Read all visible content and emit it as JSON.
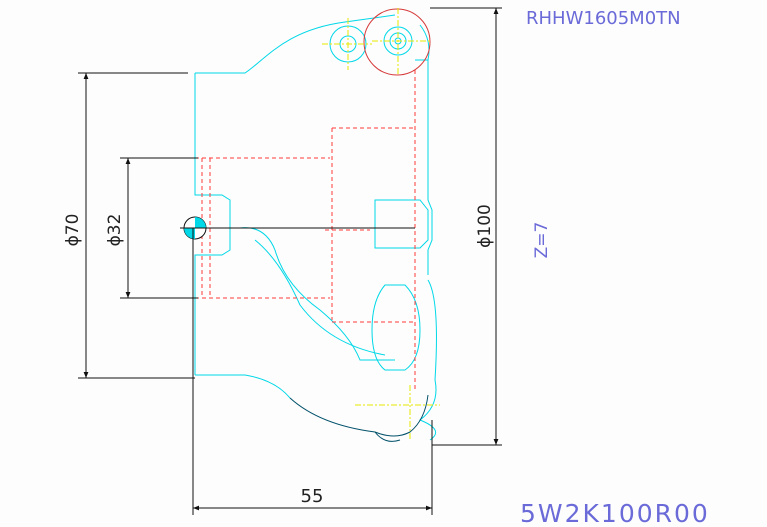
{
  "drawing": {
    "model_code": "RHHW1605M0TN",
    "part_code": "5W2K100R00",
    "teeth": "Z=7",
    "dimensions": {
      "d70": "ϕ70",
      "d32": "ϕ32",
      "d100": "ϕ100",
      "width": "55"
    }
  },
  "colors": {
    "outline": "#00d8e8",
    "hidden": "#ff3a3a",
    "dimension": "#111111",
    "center": "#e8e800",
    "label": "#6a6ad8",
    "dark_edge": "#00506a"
  }
}
